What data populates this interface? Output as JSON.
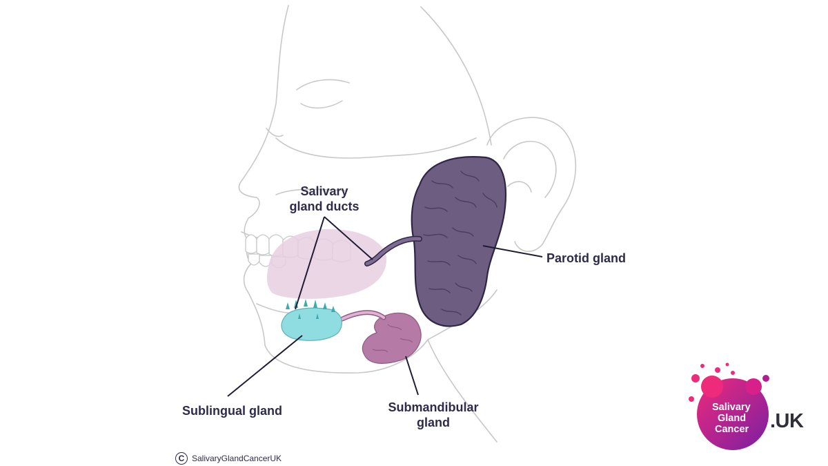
{
  "labels": {
    "ducts_line1": "Salivary",
    "ducts_line2": "gland ducts",
    "parotid": "Parotid gland",
    "sublingual": "Sublingual gland",
    "submandibular_line1": "Submandibular",
    "submandibular_line2": "gland"
  },
  "copyright": {
    "symbol": "C",
    "text": "SalivaryGlandCancerUK"
  },
  "logo": {
    "line1": "Salivary",
    "line2": "Gland",
    "line3": "Cancer",
    "suffix": ".UK"
  },
  "colors": {
    "parotid": "#6d5d80",
    "sublingual": "#8fdde0",
    "submandibular": "#b57aa6",
    "mouth_region": "#e8cfe0",
    "outline": "#c8c8c8",
    "label_text": "#2d2a4a",
    "logo_magenta": "#e5177e"
  }
}
